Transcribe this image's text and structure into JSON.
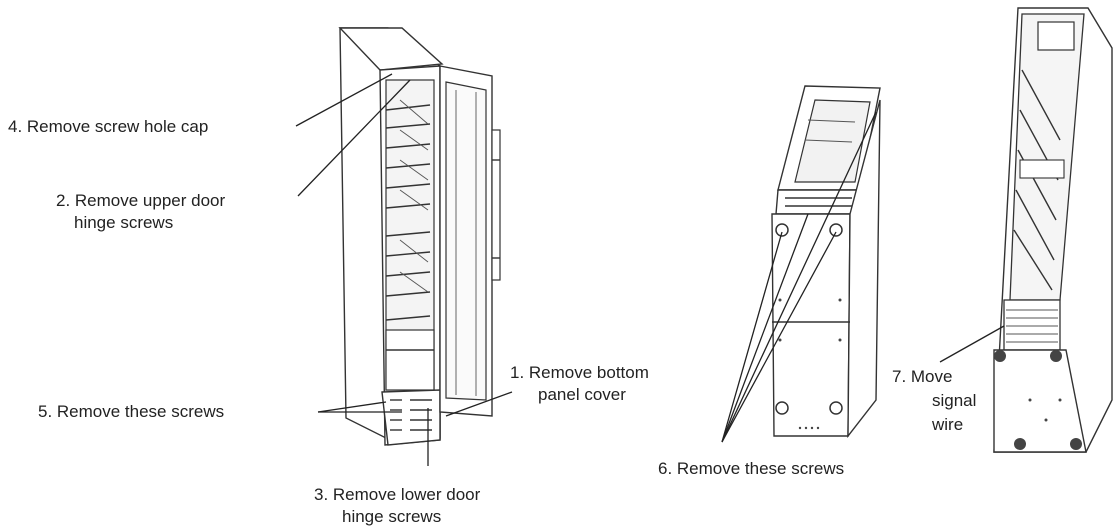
{
  "labels": {
    "step1_line1": "1. Remove bottom",
    "step1_line2": "panel cover",
    "step2_line1": "2. Remove upper door",
    "step2_line2": "hinge screws",
    "step3_line1": "3. Remove lower door",
    "step3_line2": "hinge screws",
    "step4": "4. Remove screw hole cap",
    "step5": "5. Remove these screws",
    "step6": "6. Remove these screws",
    "step7_line1": "7. Move",
    "step7_line2": "signal",
    "step7_line3": "wire"
  }
}
